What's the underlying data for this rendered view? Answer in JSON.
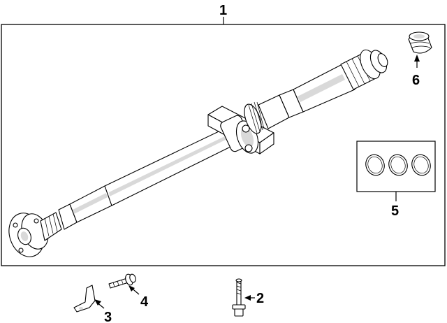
{
  "diagram": {
    "callouts": {
      "c1": "1",
      "c2": "2",
      "c3": "3",
      "c4": "4",
      "c5": "5",
      "c6": "6"
    },
    "parts": [
      "drive-shaft-assembly",
      "center-support-bolt",
      "bracket",
      "bolt",
      "seal-rings",
      "boot"
    ],
    "colors": {
      "line": "#000000",
      "shade": "#d9d9d9",
      "background": "#ffffff"
    }
  }
}
